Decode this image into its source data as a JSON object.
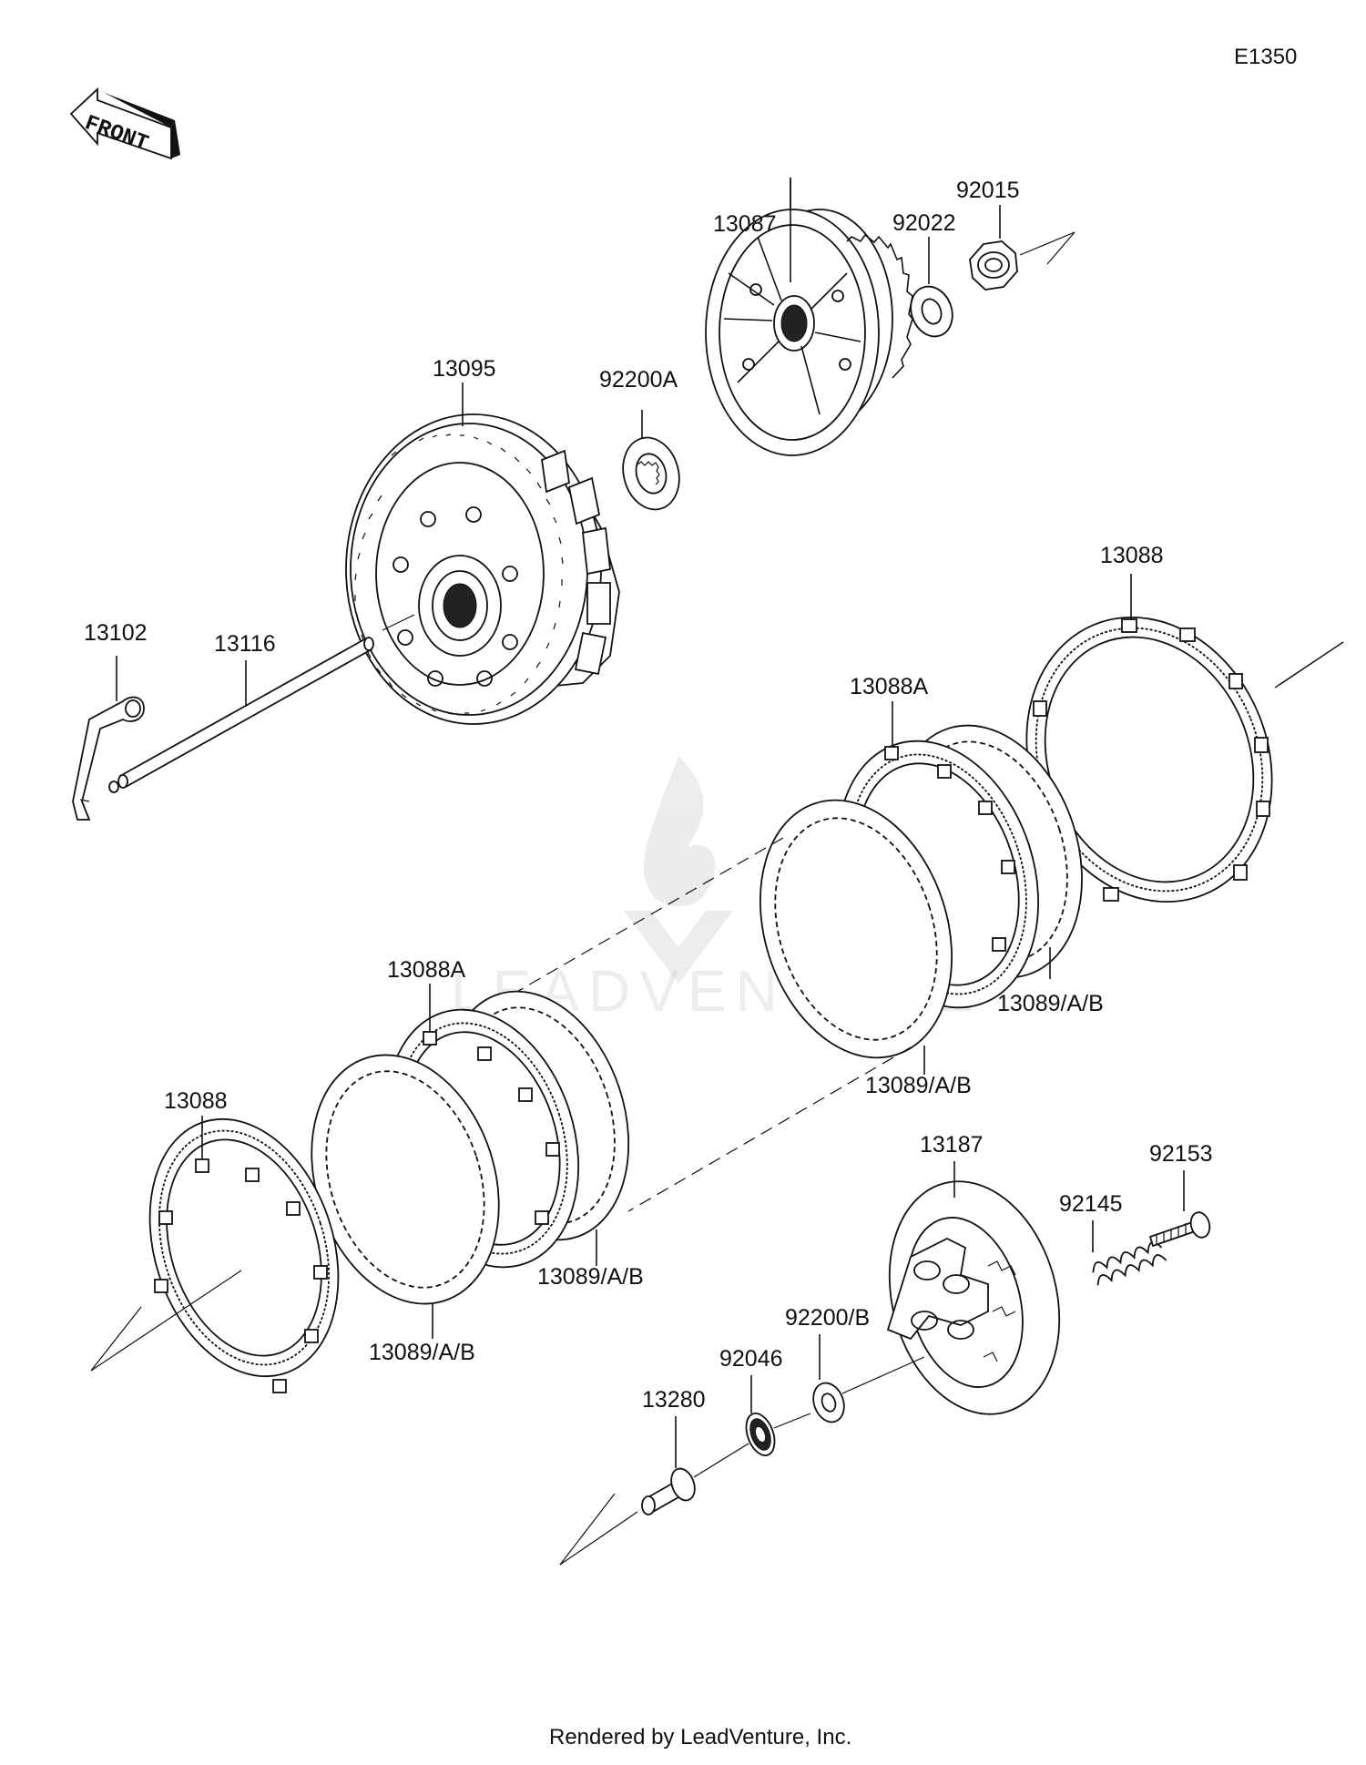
{
  "diagram_code": "E1350",
  "front_arrow": {
    "text": "FRONT",
    "icon": "front-direction-arrow"
  },
  "watermark": "LEADVENTURE",
  "footer": "Rendered by LeadVenture, Inc.",
  "labels": {
    "p13087": "13087",
    "p92022": "92022",
    "p92015": "92015",
    "p13095": "13095",
    "p92200a": "92200A",
    "p13102": "13102",
    "p13116": "13116",
    "p13088_top": "13088",
    "p13088a_top": "13088A",
    "p13089_r1": "13089/A/B",
    "p13089_r2": "13089/A/B",
    "p13088a_mid": "13088A",
    "p13088_left": "13088",
    "p13089_mid": "13089/A/B",
    "p13089_left": "13089/A/B",
    "p13187": "13187",
    "p92153": "92153",
    "p92145": "92145",
    "p92200b": "92200/B",
    "p92046": "92046",
    "p13280": "13280"
  }
}
